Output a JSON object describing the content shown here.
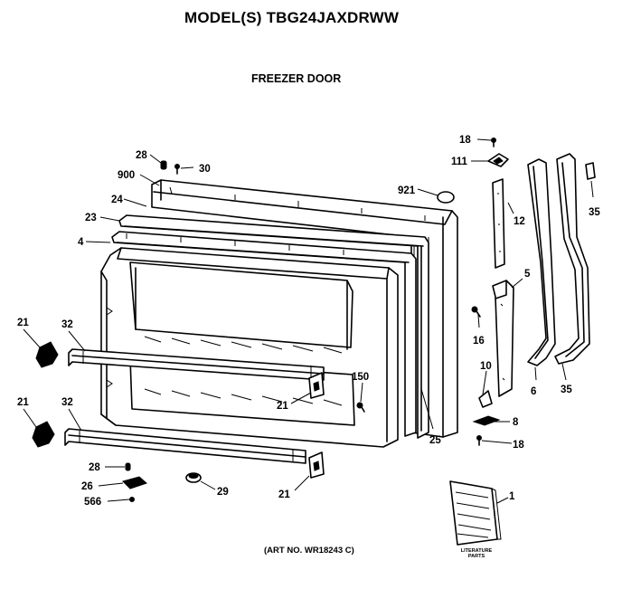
{
  "header": {
    "model_title": "MODEL(S) TBG24JAXDRWW",
    "section_title": "FREEZER DOOR"
  },
  "footer": {
    "art_no": "(ART NO. WR18243 C)",
    "literature_line1": "LITERATURE",
    "literature_line2": "PARTS"
  },
  "callouts": [
    {
      "id": "c-18a",
      "text": "18"
    },
    {
      "id": "c-111",
      "text": "111"
    },
    {
      "id": "c-28a",
      "text": "28"
    },
    {
      "id": "c-30",
      "text": "30"
    },
    {
      "id": "c-900",
      "text": "900"
    },
    {
      "id": "c-921",
      "text": "921"
    },
    {
      "id": "c-24",
      "text": "24"
    },
    {
      "id": "c-12",
      "text": "12"
    },
    {
      "id": "c-35a",
      "text": "35"
    },
    {
      "id": "c-23",
      "text": "23"
    },
    {
      "id": "c-4",
      "text": "4"
    },
    {
      "id": "c-5",
      "text": "5"
    },
    {
      "id": "c-21a",
      "text": "21"
    },
    {
      "id": "c-32a",
      "text": "32"
    },
    {
      "id": "c-16",
      "text": "16"
    },
    {
      "id": "c-150",
      "text": "150"
    },
    {
      "id": "c-10",
      "text": "10"
    },
    {
      "id": "c-21b",
      "text": "21"
    },
    {
      "id": "c-6",
      "text": "6"
    },
    {
      "id": "c-35b",
      "text": "35"
    },
    {
      "id": "c-21c",
      "text": "21"
    },
    {
      "id": "c-32b",
      "text": "32"
    },
    {
      "id": "c-8",
      "text": "8"
    },
    {
      "id": "c-25",
      "text": "25"
    },
    {
      "id": "c-18b",
      "text": "18"
    },
    {
      "id": "c-28b",
      "text": "28"
    },
    {
      "id": "c-26",
      "text": "26"
    },
    {
      "id": "c-566",
      "text": "566"
    },
    {
      "id": "c-29",
      "text": "29"
    },
    {
      "id": "c-21d",
      "text": "21"
    },
    {
      "id": "c-1",
      "text": "1"
    }
  ]
}
